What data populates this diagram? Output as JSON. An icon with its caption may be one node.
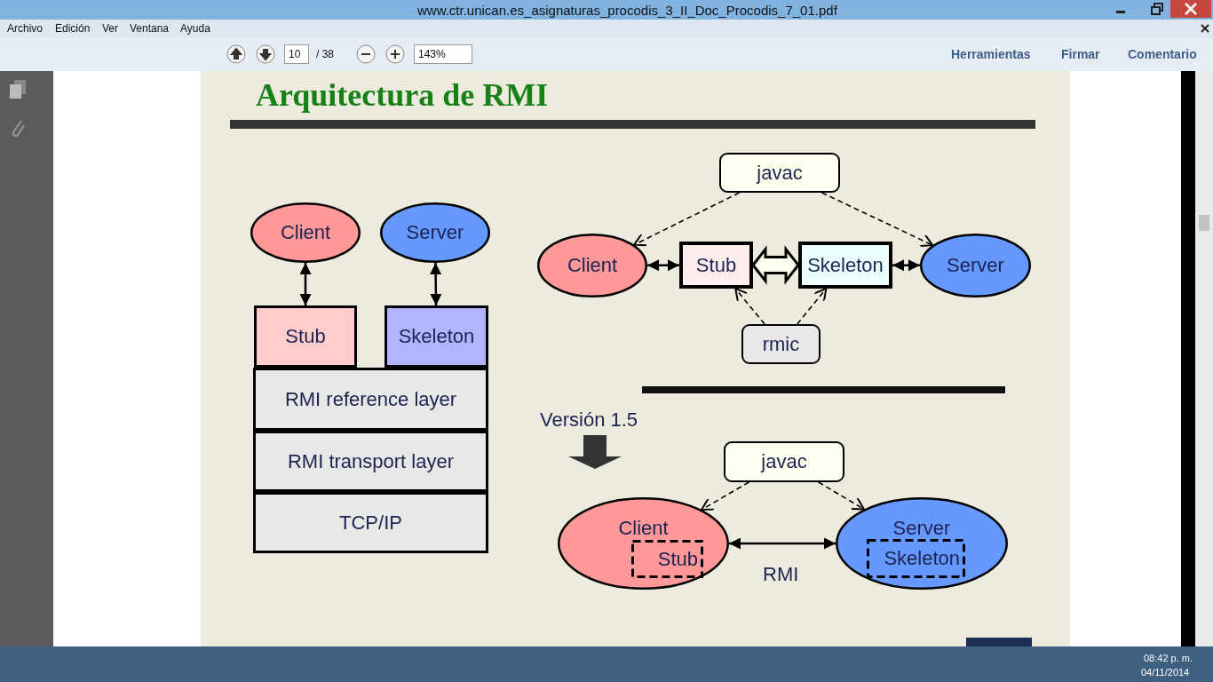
{
  "diagram": {
    "title": "Arquitectura de RMI",
    "nodes": [
      {
        "text": [
          "Client"
        ]
      },
      {
        "text": [
          "Server"
        ]
      },
      {
        "text": [
          "Stub"
        ]
      },
      {
        "text": [
          "Skeleton"
        ]
      },
      {
        "text": [
          "RMI reference layer"
        ]
      },
      {
        "text": [
          "RMI transport layer"
        ]
      },
      {
        "text": [
          "TCP/IP"
        ]
      },
      {
        "text": [
          "javac"
        ]
      },
      {
        "text": [
          "Client"
        ]
      },
      {
        "text": [
          "Stub"
        ]
      },
      {
        "text": [
          "Skeleton"
        ]
      },
      {
        "text": [
          "Server"
        ]
      },
      {
        "text": [
          "rmic"
        ]
      },
      {
        "text": [
          "javac"
        ]
      },
      {
        "text": [
          "Client"
        ]
      },
      {
        "text": [
          "Stub"
        ],
        "in": 14
      },
      {
        "text": [
          "Server"
        ]
      },
      {
        "text": [
          "Skeleton"
        ],
        "in": 16
      }
    ],
    "edges": [
      {
        "from": 0,
        "to": 2,
        "arrow": "both"
      },
      {
        "from": 1,
        "to": 3,
        "arrow": "both"
      },
      {
        "from": 7,
        "to": 8,
        "arrow": "to",
        "style": "dashed"
      },
      {
        "from": 7,
        "to": 11,
        "arrow": "to",
        "style": "dashed"
      },
      {
        "from": 8,
        "to": 9,
        "arrow": "both"
      },
      {
        "from": 9,
        "to": 10,
        "arrow": "both",
        "style": "thick"
      },
      {
        "from": 10,
        "to": 11,
        "arrow": "both"
      },
      {
        "from": 12,
        "to": 9,
        "arrow": "to",
        "style": "dashed"
      },
      {
        "from": 12,
        "to": 10,
        "arrow": "to",
        "style": "dashed"
      },
      {
        "from": 13,
        "to": 14,
        "arrow": "to",
        "style": "dashed"
      },
      {
        "from": 13,
        "to": 16,
        "arrow": "to",
        "style": "dashed"
      },
      {
        "from": 14,
        "to": 16,
        "arrow": "both",
        "label": "RMI"
      }
    ],
    "labels": [
      "www.ctr.unican.es_asignaturas_procodis_3_II_Doc_Procodis_7_01.pdf",
      "Archivo",
      "Edición",
      "Ver",
      "Ventana",
      "Ayuda",
      "10",
      "/ 38",
      "143%",
      "Herramientas",
      "Firmar",
      "Comentario",
      "Versión 1.5",
      "08:42 p. m.",
      "04/11/2014"
    ]
  }
}
